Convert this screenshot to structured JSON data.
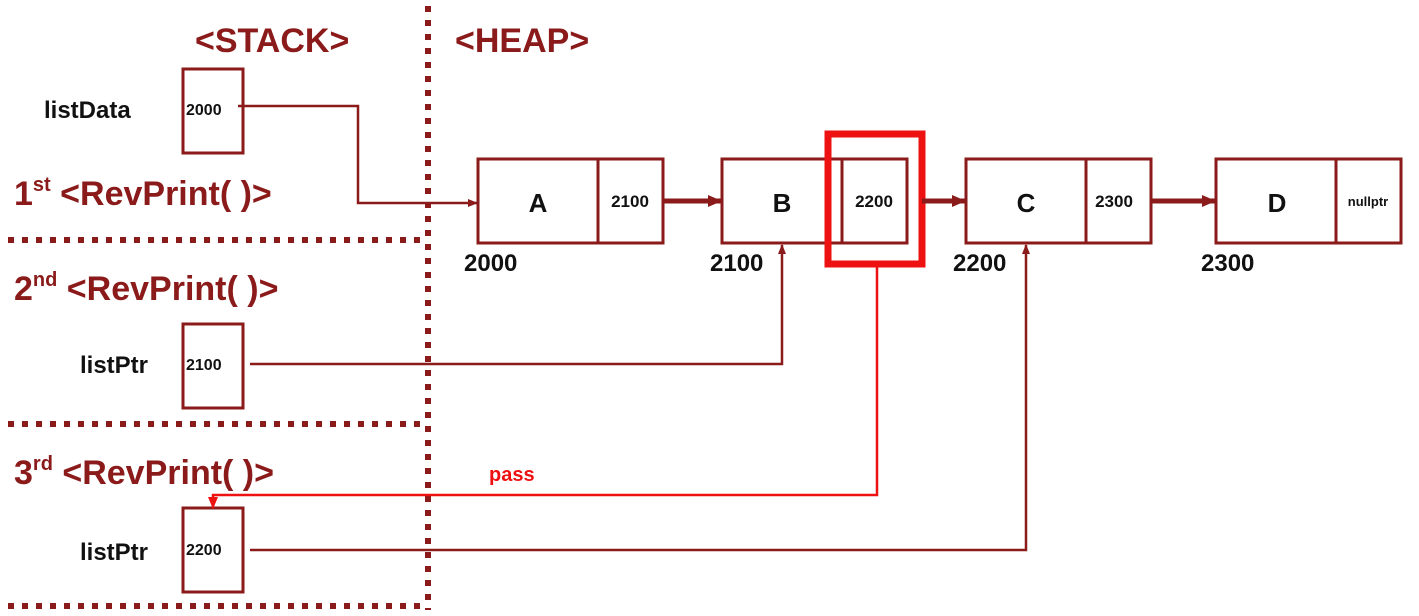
{
  "sections": {
    "stack": "<STACK>",
    "heap": "<HEAP>"
  },
  "frames": [
    {
      "num": "1",
      "sup": "st",
      "text": " <RevPrint( )>"
    },
    {
      "num": "2",
      "sup": "nd",
      "text": " <RevPrint( )>"
    },
    {
      "num": "3",
      "sup": "rd",
      "text": " <RevPrint( )>"
    }
  ],
  "stack_vars": [
    {
      "name": "listData",
      "value": "2000"
    },
    {
      "name": "listPtr",
      "value": "2100"
    },
    {
      "name": "listPtr",
      "value": "2200"
    }
  ],
  "nodes": [
    {
      "info": "A",
      "next": "2100",
      "address": "2000"
    },
    {
      "info": "B",
      "next": "2200",
      "address": "2100"
    },
    {
      "info": "C",
      "next": "2300",
      "address": "2200"
    },
    {
      "info": "D",
      "next": "nullptr",
      "address": "2300"
    }
  ],
  "pass_label": "pass",
  "colors": {
    "accent": "#8b1a1a",
    "highlight": "#ee1111",
    "text": "#111111"
  }
}
